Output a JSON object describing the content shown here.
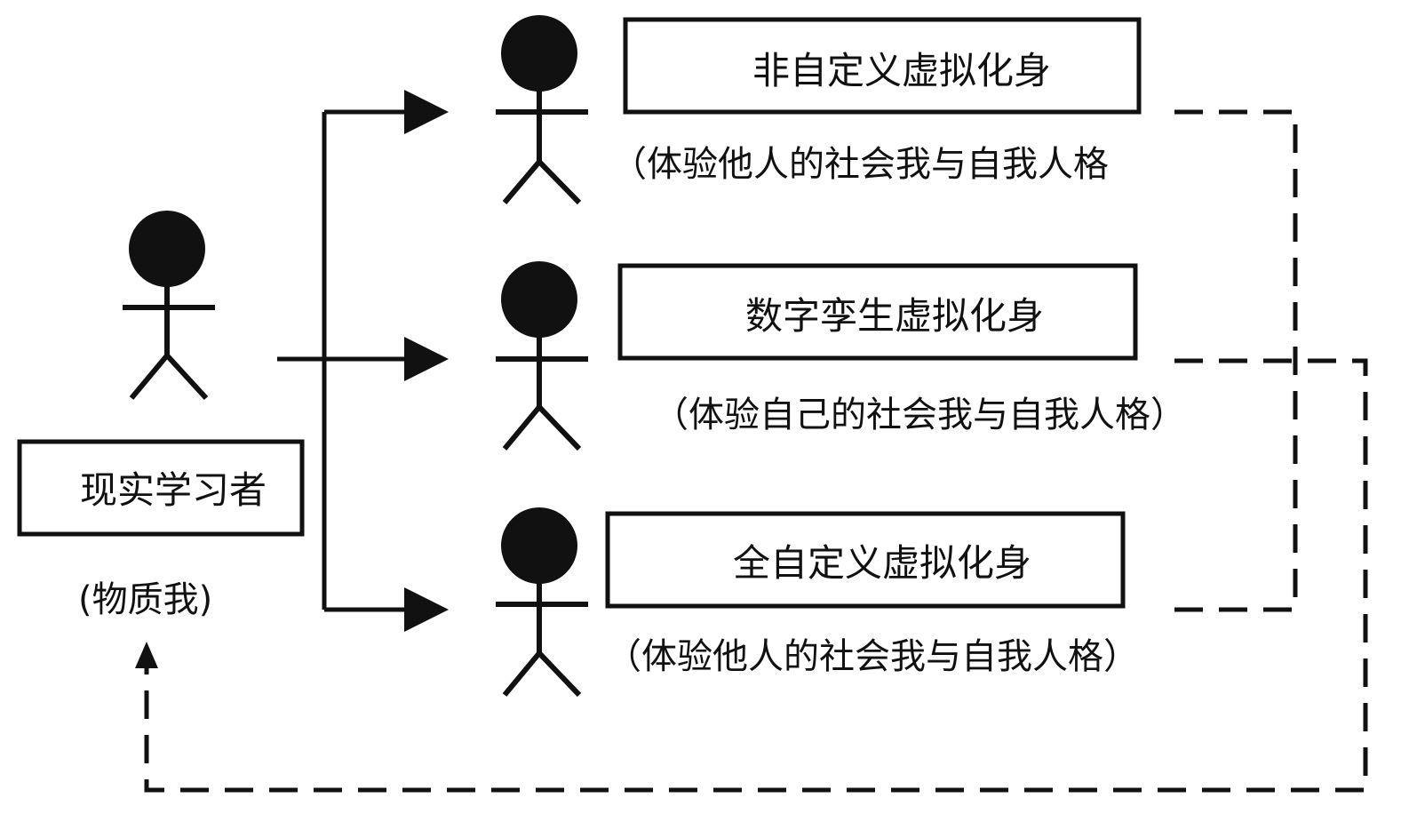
{
  "learner": {
    "label": "现实学习者",
    "caption": "(物质我)"
  },
  "avatars": [
    {
      "label": "非自定义虚拟化身",
      "caption": "（体验他人的社会我与自我人格"
    },
    {
      "label": "数字孪生虚拟化身",
      "caption": "（体验自己的社会我与自我人格）"
    },
    {
      "label": "全自定义虚拟化身",
      "caption": "（体验他人的社会我与自我人格）"
    }
  ],
  "colors": {
    "ink": "#111111",
    "background": "#ffffff"
  }
}
